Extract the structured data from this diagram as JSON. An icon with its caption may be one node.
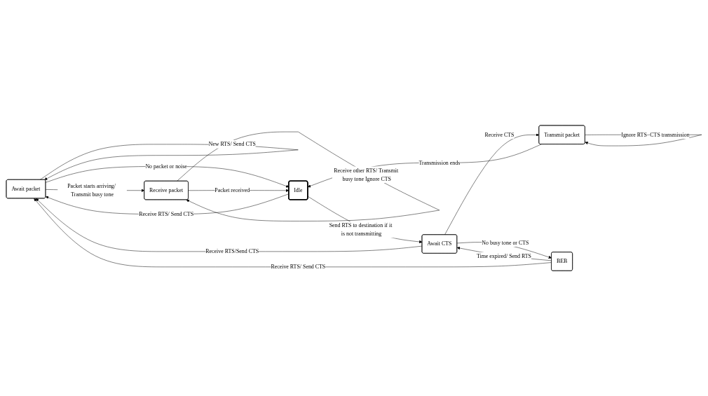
{
  "diagram": {
    "nodes": [
      {
        "text": [
          "Await packet"
        ]
      },
      {
        "text": [
          "Idle"
        ]
      },
      {
        "text": [
          "Await CTS"
        ]
      },
      {
        "text": [
          "Receive packet"
        ]
      },
      {
        "text": [
          "Transmit packet"
        ]
      },
      {
        "text": [
          "BEB"
        ]
      }
    ],
    "edges": [
      {
        "from": 0,
        "to": 0,
        "arrow": "to",
        "label": "New RTS/ Send CTS"
      },
      {
        "from": 0,
        "to": 1,
        "arrow": "to",
        "label": "No packet or noise"
      },
      {
        "from": 1,
        "to": 0,
        "arrow": "to",
        "label": "Receive RTS/ Send CTS"
      },
      {
        "from": 1,
        "to": 2,
        "arrow": "to",
        "label": "Send RTS to destination if it is not transmitting"
      },
      {
        "from": 2,
        "to": 0,
        "arrow": "to",
        "label": "Receive RTS/Send CTS"
      },
      {
        "from": 2,
        "to": 4,
        "arrow": "to",
        "label": "Receive CTS"
      },
      {
        "from": 4,
        "to": 1,
        "arrow": "to",
        "label": "Transmission ends"
      },
      {
        "from": 4,
        "to": 4,
        "arrow": "to",
        "label": "Ignore RTS−CTS transmission"
      },
      {
        "from": 0,
        "to": 3,
        "arrow": "to",
        "label": "Packet starts arriving/ Transmit busy tone"
      },
      {
        "from": 3,
        "to": 1,
        "arrow": "to",
        "label": "Packet received"
      },
      {
        "from": 3,
        "to": 3,
        "arrow": "to",
        "label": "Receive other RTS/ Transmit busy tone Ignore CTS"
      },
      {
        "from": 5,
        "to": 2,
        "arrow": "to",
        "label": "Time expired/ Send RTS"
      },
      {
        "from": 2,
        "to": 5,
        "arrow": "to",
        "label": "No busy tone or CTS"
      },
      {
        "from": 5,
        "to": 0,
        "arrow": "to",
        "label": "Receive RTS/ Send CTS"
      }
    ]
  }
}
